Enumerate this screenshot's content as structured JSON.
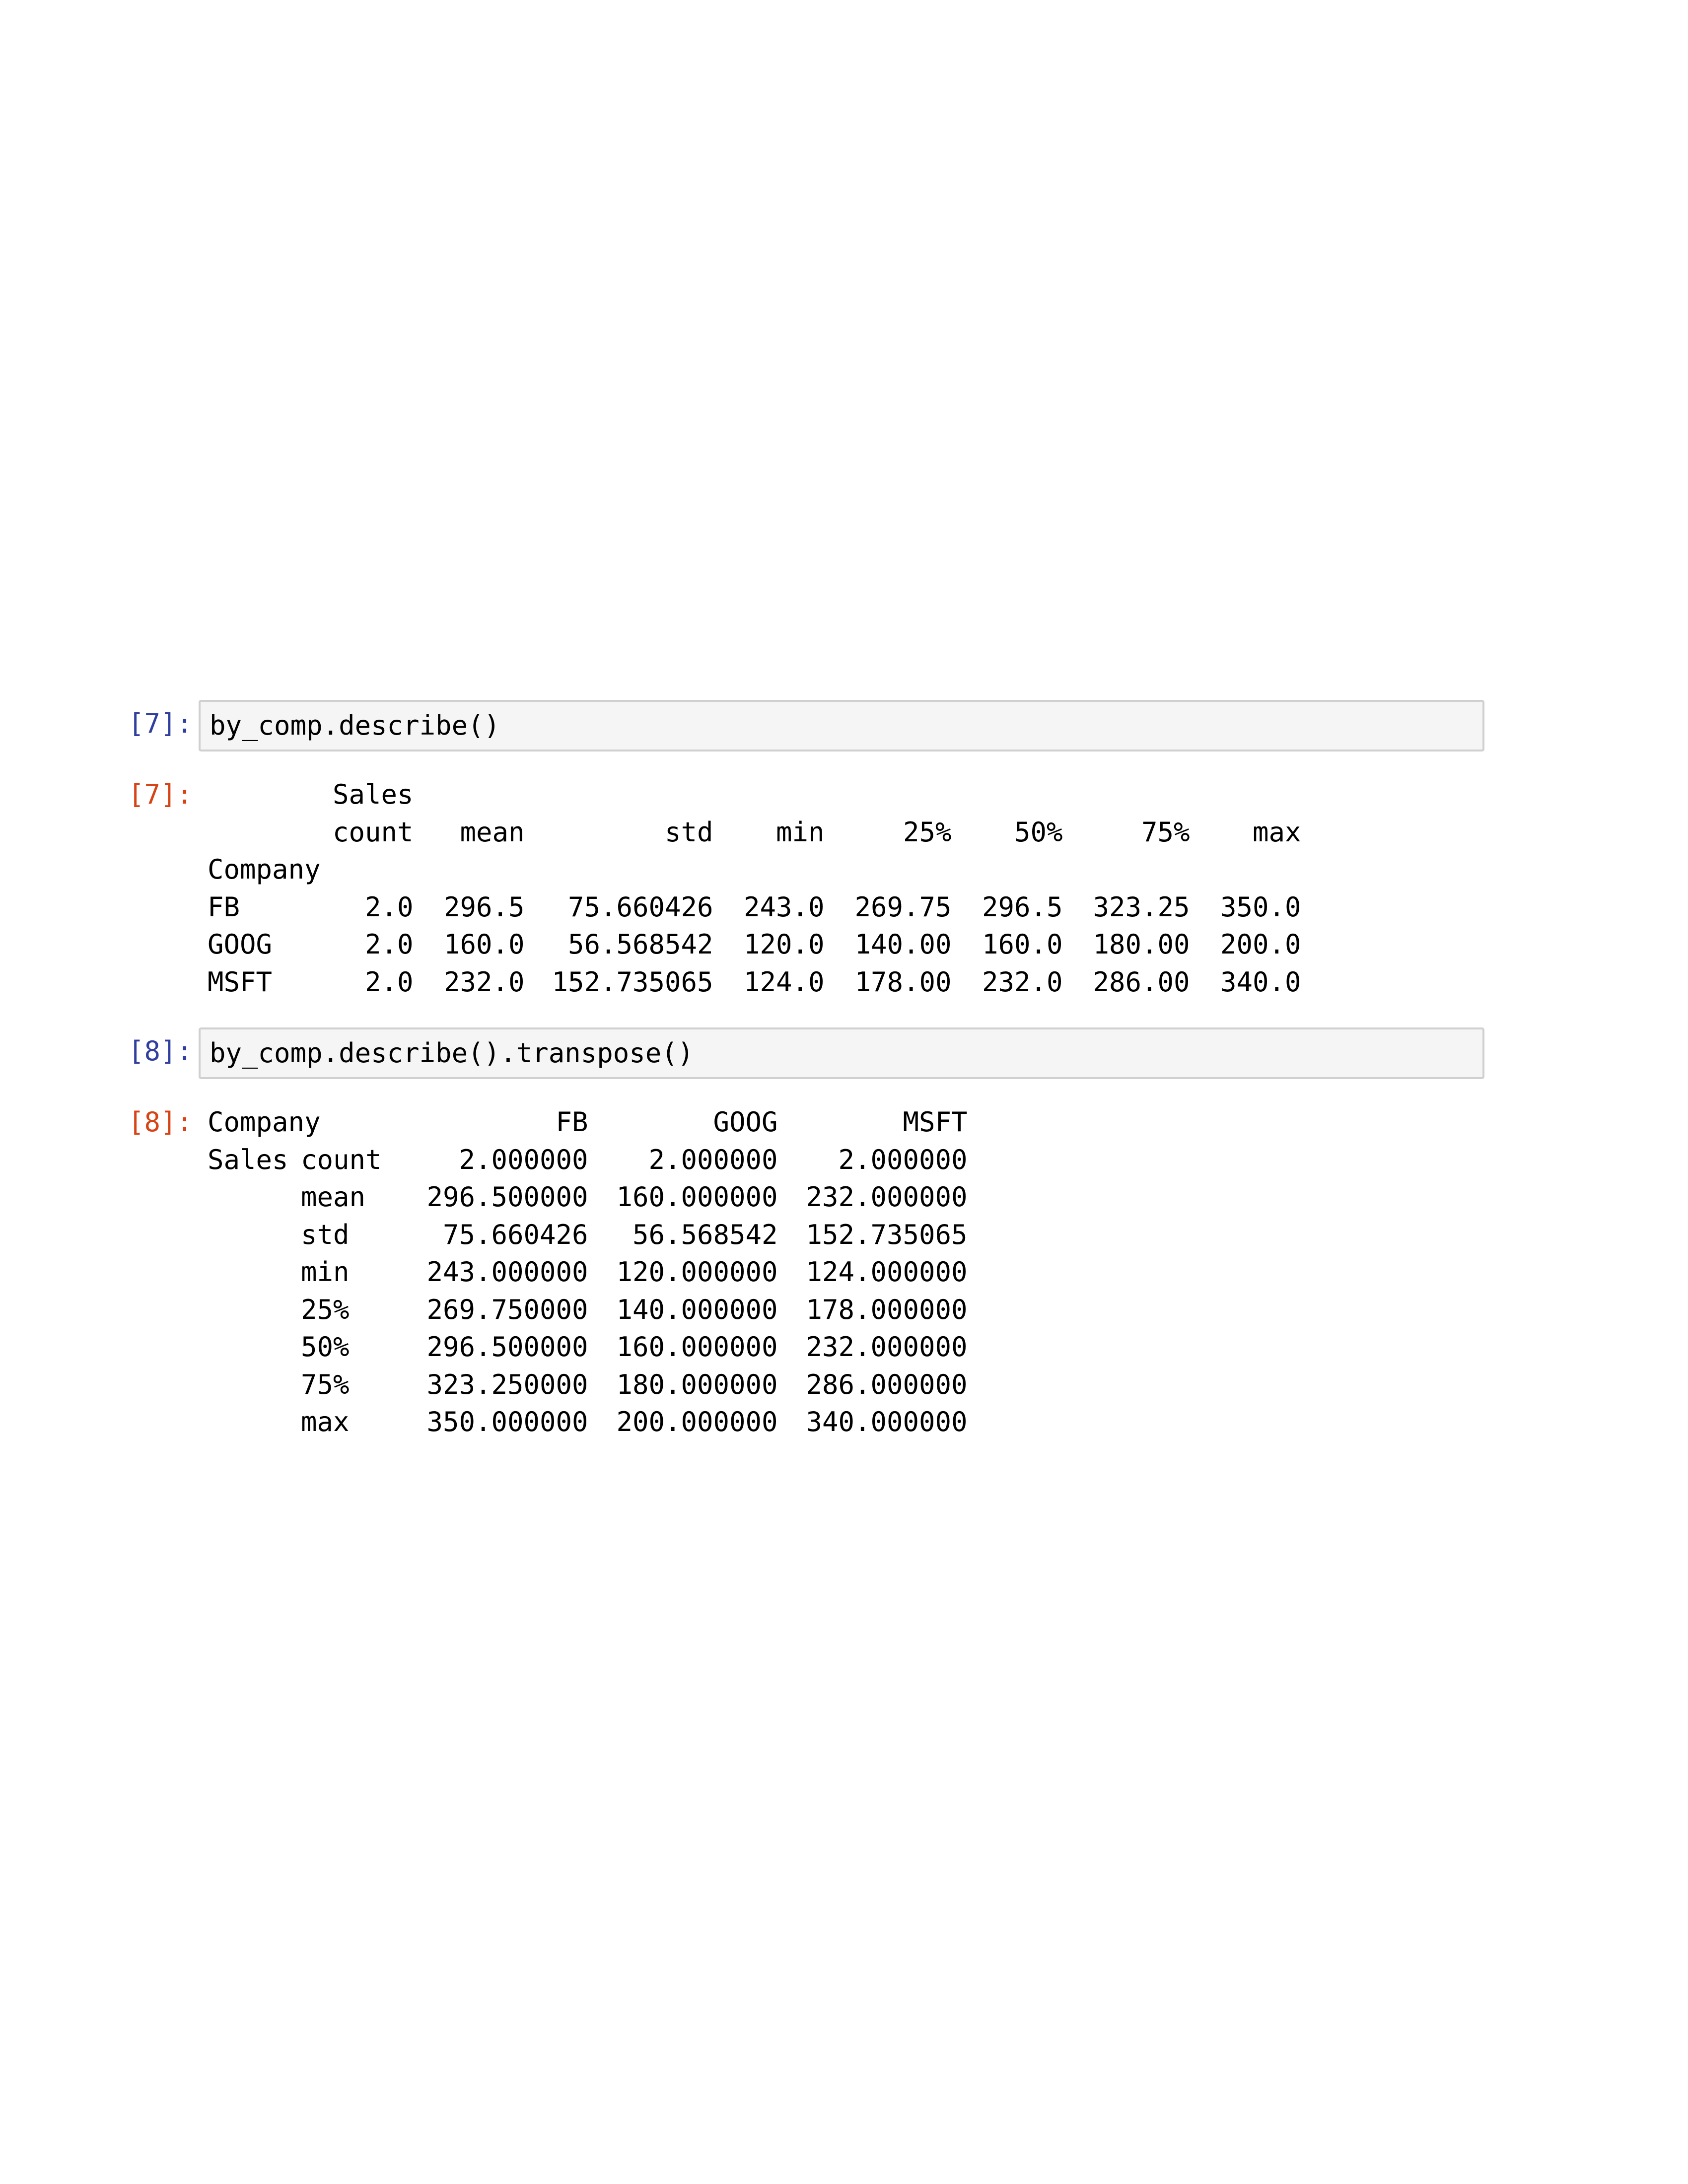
{
  "cells": [
    {
      "in_prompt": "[7]:",
      "out_prompt": "[7]:",
      "code": "by_comp.describe()",
      "output": {
        "column_group": "Sales",
        "columns": [
          "count",
          "mean",
          "std",
          "min",
          "25%",
          "50%",
          "75%",
          "max"
        ],
        "index_name": "Company",
        "rows": [
          {
            "index": "FB",
            "values": [
              "2.0",
              "296.5",
              "75.660426",
              "243.0",
              "269.75",
              "296.5",
              "323.25",
              "350.0"
            ]
          },
          {
            "index": "GOOG",
            "values": [
              "2.0",
              "160.0",
              "56.568542",
              "120.0",
              "140.00",
              "160.0",
              "180.00",
              "200.0"
            ]
          },
          {
            "index": "MSFT",
            "values": [
              "2.0",
              "232.0",
              "152.735065",
              "124.0",
              "178.00",
              "232.0",
              "286.00",
              "340.0"
            ]
          }
        ]
      }
    },
    {
      "in_prompt": "[8]:",
      "out_prompt": "[8]:",
      "code": "by_comp.describe().transpose()",
      "output": {
        "index_name": "Company",
        "columns": [
          "FB",
          "GOOG",
          "MSFT"
        ],
        "outer_index": "Sales",
        "rows": [
          {
            "index": "count",
            "values": [
              "2.000000",
              "2.000000",
              "2.000000"
            ]
          },
          {
            "index": "mean",
            "values": [
              "296.500000",
              "160.000000",
              "232.000000"
            ]
          },
          {
            "index": "std",
            "values": [
              "75.660426",
              "56.568542",
              "152.735065"
            ]
          },
          {
            "index": "min",
            "values": [
              "243.000000",
              "120.000000",
              "124.000000"
            ]
          },
          {
            "index": "25%",
            "values": [
              "269.750000",
              "140.000000",
              "178.000000"
            ]
          },
          {
            "index": "50%",
            "values": [
              "296.500000",
              "160.000000",
              "232.000000"
            ]
          },
          {
            "index": "75%",
            "values": [
              "323.250000",
              "180.000000",
              "286.000000"
            ]
          },
          {
            "index": "max",
            "values": [
              "350.000000",
              "200.000000",
              "340.000000"
            ]
          }
        ]
      }
    }
  ],
  "colors": {
    "in_prompt": "#303f9f",
    "out_prompt": "#d84315",
    "code_bg": "#f5f5f5",
    "code_border": "#d0d0d0"
  }
}
